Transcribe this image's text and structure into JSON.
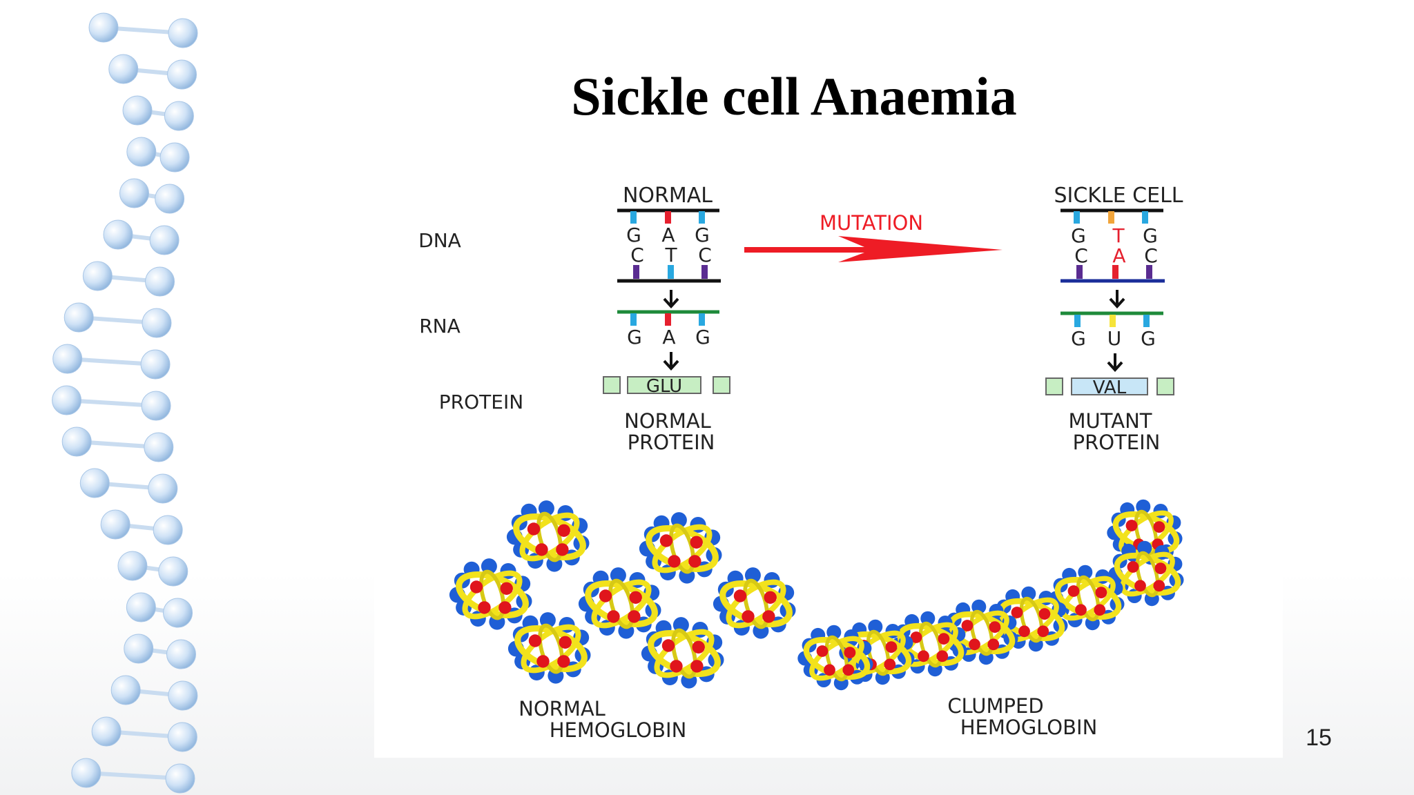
{
  "title": "Sickle cell Anaemia",
  "slide_number": "15",
  "colors": {
    "mutation_arrow": "#ee1c25",
    "base_blue": "#29a8e0",
    "base_red": "#e5202e",
    "base_purple": "#5a2c91",
    "base_orange": "#f1a43a",
    "base_yellow": "#f6e43a",
    "rna_backbone": "#1e8a3a",
    "mutant_dna_backbone": "#1a2d9a",
    "protein_box": "#c7eec3",
    "mutant_protein_box": "#c8e6f7",
    "helix_sphere": "#bcd7f1"
  },
  "row_labels": {
    "dna": "DNA",
    "rna": "RNA",
    "protein": "PROTEIN"
  },
  "normal": {
    "header": "NORMAL",
    "dna_top": [
      "G",
      "A",
      "G"
    ],
    "dna_bottom": [
      "C",
      "T",
      "C"
    ],
    "rna": [
      "G",
      "A",
      "G"
    ],
    "protein": "GLU",
    "caption_1": "NORMAL",
    "caption_2": "PROTEIN"
  },
  "mutation_label": "MUTATION",
  "sickle": {
    "header": "SICKLE CELL",
    "dna_top": [
      "G",
      "T",
      "G"
    ],
    "dna_bottom": [
      "C",
      "A",
      "C"
    ],
    "rna": [
      "G",
      "U",
      "G"
    ],
    "protein": "VAL",
    "caption_1": "MUTANT",
    "caption_2": "PROTEIN"
  },
  "hemoglobin": {
    "normal_1": "NORMAL",
    "normal_2": "HEMOGLOBIN",
    "clumped_1": "CLUMPED",
    "clumped_2": "HEMOGLOBIN"
  }
}
